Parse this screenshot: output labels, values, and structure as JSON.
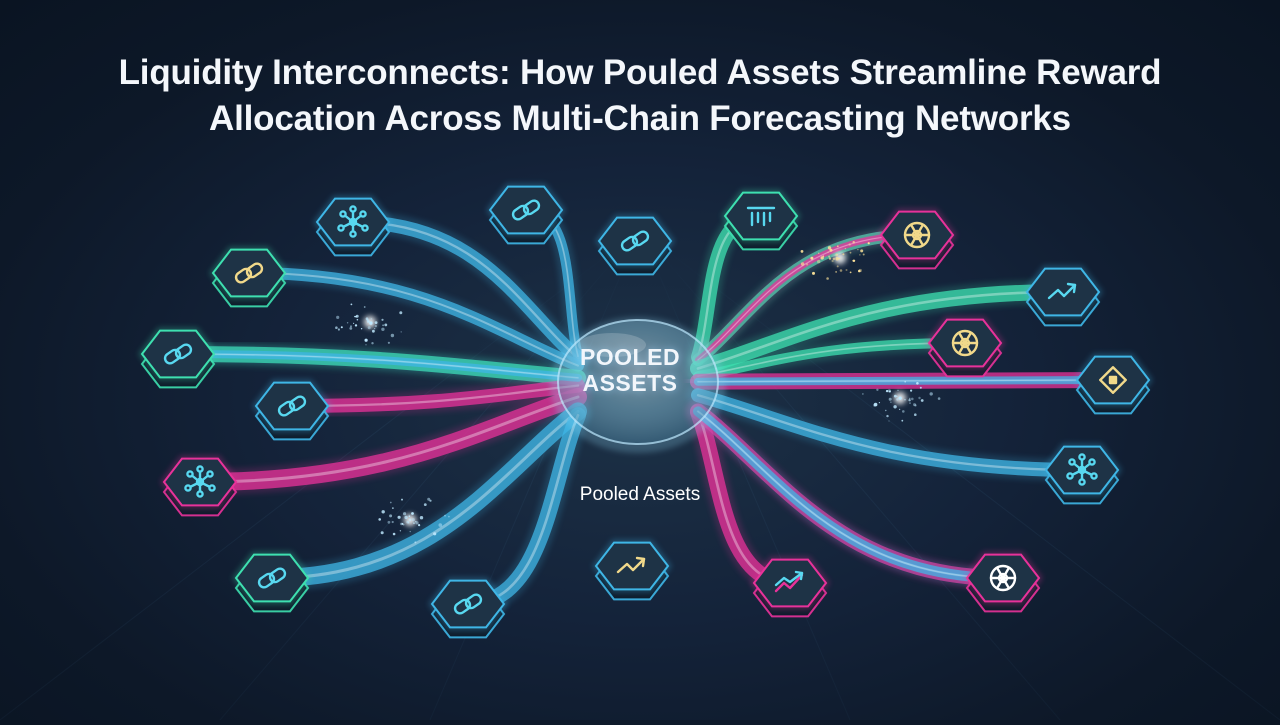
{
  "title": {
    "line1": "Liquidity Interconnects: How Pouled Assets Streamline Reward",
    "line2": "Allocation Across Multi-Chain Forecasting Networks"
  },
  "hub": {
    "line1": "POOLED",
    "line2": "ASSETS"
  },
  "hub_caption": "Pooled Assets",
  "colors": {
    "background": "#0f1c2e",
    "cyan": "#3fb6e6",
    "teal": "#3ee0b0",
    "magenta": "#e8329a",
    "icon_cyan": "#58d8f0",
    "icon_gold": "#f1d98a",
    "node_fill": "#1e3346"
  },
  "nodes": [
    {
      "id": "n1",
      "icon": "network-icon",
      "stroke": "cyan"
    },
    {
      "id": "n2",
      "icon": "chain-link-icon",
      "stroke": "cyan"
    },
    {
      "id": "n3",
      "icon": "chain-link-icon",
      "stroke": "cyan"
    },
    {
      "id": "n4",
      "icon": "bar-chart-icon",
      "stroke": "teal"
    },
    {
      "id": "n5",
      "icon": "network-grid-icon",
      "stroke": "magenta"
    },
    {
      "id": "n6",
      "icon": "chain-link-icon",
      "stroke": "teal"
    },
    {
      "id": "n7",
      "icon": "trend-arrow-icon",
      "stroke": "cyan"
    },
    {
      "id": "n8",
      "icon": "chain-link-icon",
      "stroke": "teal"
    },
    {
      "id": "n9",
      "icon": "network-grid-icon",
      "stroke": "magenta"
    },
    {
      "id": "n10",
      "icon": "chain-link-icon",
      "stroke": "cyan"
    },
    {
      "id": "n11",
      "icon": "node-square-icon",
      "stroke": "cyan"
    },
    {
      "id": "n12",
      "icon": "network-icon",
      "stroke": "magenta"
    },
    {
      "id": "n13",
      "icon": "network-icon",
      "stroke": "cyan"
    },
    {
      "id": "n14",
      "icon": "chain-link-icon",
      "stroke": "teal"
    },
    {
      "id": "n15",
      "icon": "chain-link-icon",
      "stroke": "cyan"
    },
    {
      "id": "n16",
      "icon": "trend-arrow-icon",
      "stroke": "cyan"
    },
    {
      "id": "n17",
      "icon": "trend-chart-icon",
      "stroke": "magenta"
    },
    {
      "id": "n18",
      "icon": "network-grid-icon",
      "stroke": "magenta"
    }
  ]
}
